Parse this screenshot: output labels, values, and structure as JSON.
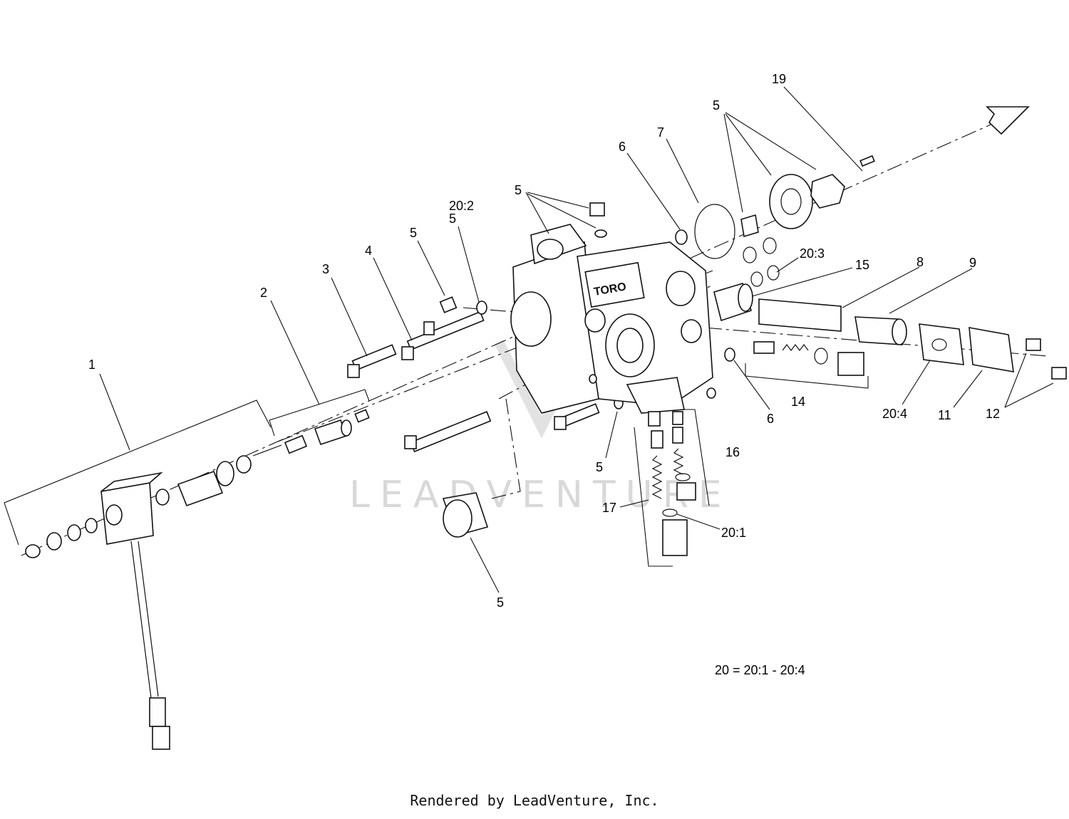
{
  "callouts": [
    {
      "id": "c1",
      "text": "1"
    },
    {
      "id": "c2",
      "text": "2"
    },
    {
      "id": "c3",
      "text": "3"
    },
    {
      "id": "c4",
      "text": "4"
    },
    {
      "id": "c5a",
      "text": "5"
    },
    {
      "id": "c5b",
      "text": "5"
    },
    {
      "id": "c20_2",
      "text": "20:2"
    },
    {
      "id": "c5c",
      "text": "5"
    },
    {
      "id": "c6a",
      "text": "6"
    },
    {
      "id": "c7",
      "text": "7"
    },
    {
      "id": "c5d",
      "text": "5"
    },
    {
      "id": "c19",
      "text": "19"
    },
    {
      "id": "c20_3",
      "text": "20:3"
    },
    {
      "id": "c15",
      "text": "15"
    },
    {
      "id": "c8",
      "text": "8"
    },
    {
      "id": "c9",
      "text": "9"
    },
    {
      "id": "c14",
      "text": "14"
    },
    {
      "id": "c6b",
      "text": "6"
    },
    {
      "id": "c20_4",
      "text": "20:4"
    },
    {
      "id": "c11",
      "text": "11"
    },
    {
      "id": "c12",
      "text": "12"
    },
    {
      "id": "c16",
      "text": "16"
    },
    {
      "id": "c17",
      "text": "17"
    },
    {
      "id": "c20_1",
      "text": "20:1"
    },
    {
      "id": "c5e",
      "text": "5"
    },
    {
      "id": "c5f",
      "text": "5"
    }
  ],
  "legend_note": "20 = 20:1 - 20:4",
  "watermark": "LEADVENTURE",
  "body_marking": "TORO",
  "footer": "Rendered by LeadVenture, Inc."
}
